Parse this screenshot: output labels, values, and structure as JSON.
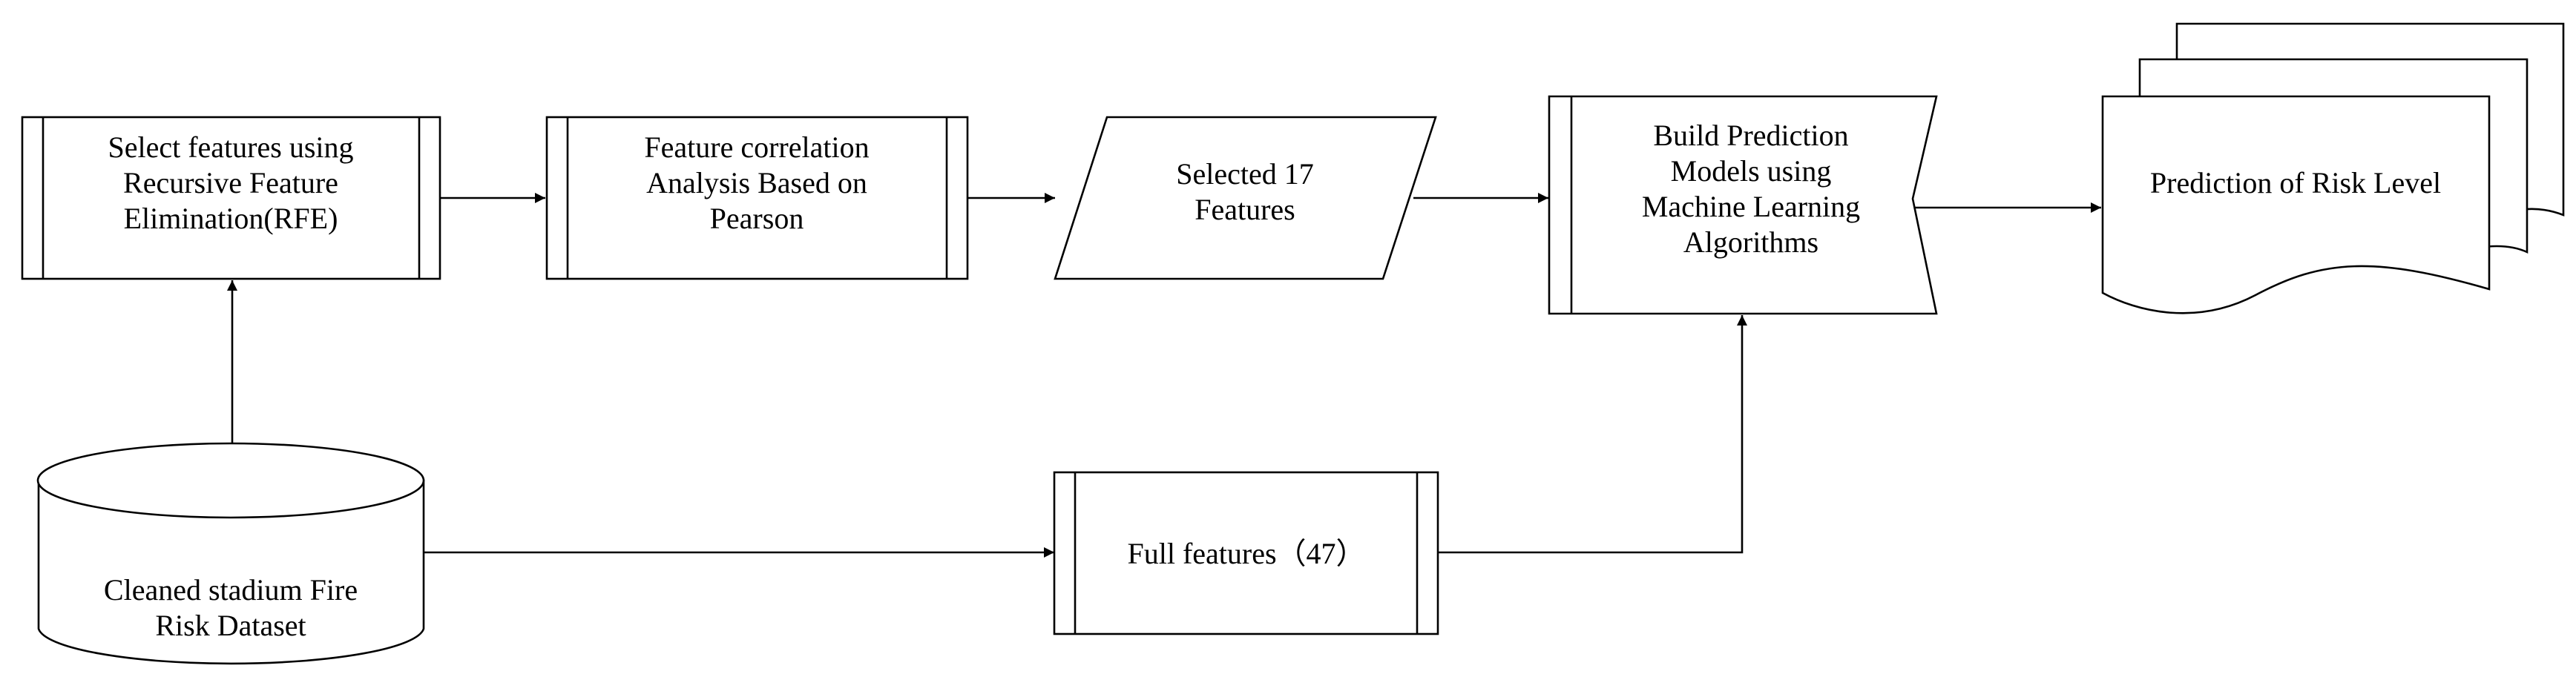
{
  "nodes": {
    "select_features": [
      "Select features using",
      "Recursive Feature",
      "Elimination(RFE)"
    ],
    "correlation": [
      "Feature correlation",
      "Analysis Based on",
      "Pearson"
    ],
    "selected": [
      "Selected 17",
      "Features"
    ],
    "build_models": [
      "Build Prediction",
      "Models using",
      "Machine Learning",
      "Algorithms"
    ],
    "prediction": [
      "Prediction of Risk Level"
    ],
    "dataset": [
      "Cleaned stadium Fire",
      "Risk Dataset"
    ],
    "full_features": [
      "Full features（47）"
    ]
  }
}
